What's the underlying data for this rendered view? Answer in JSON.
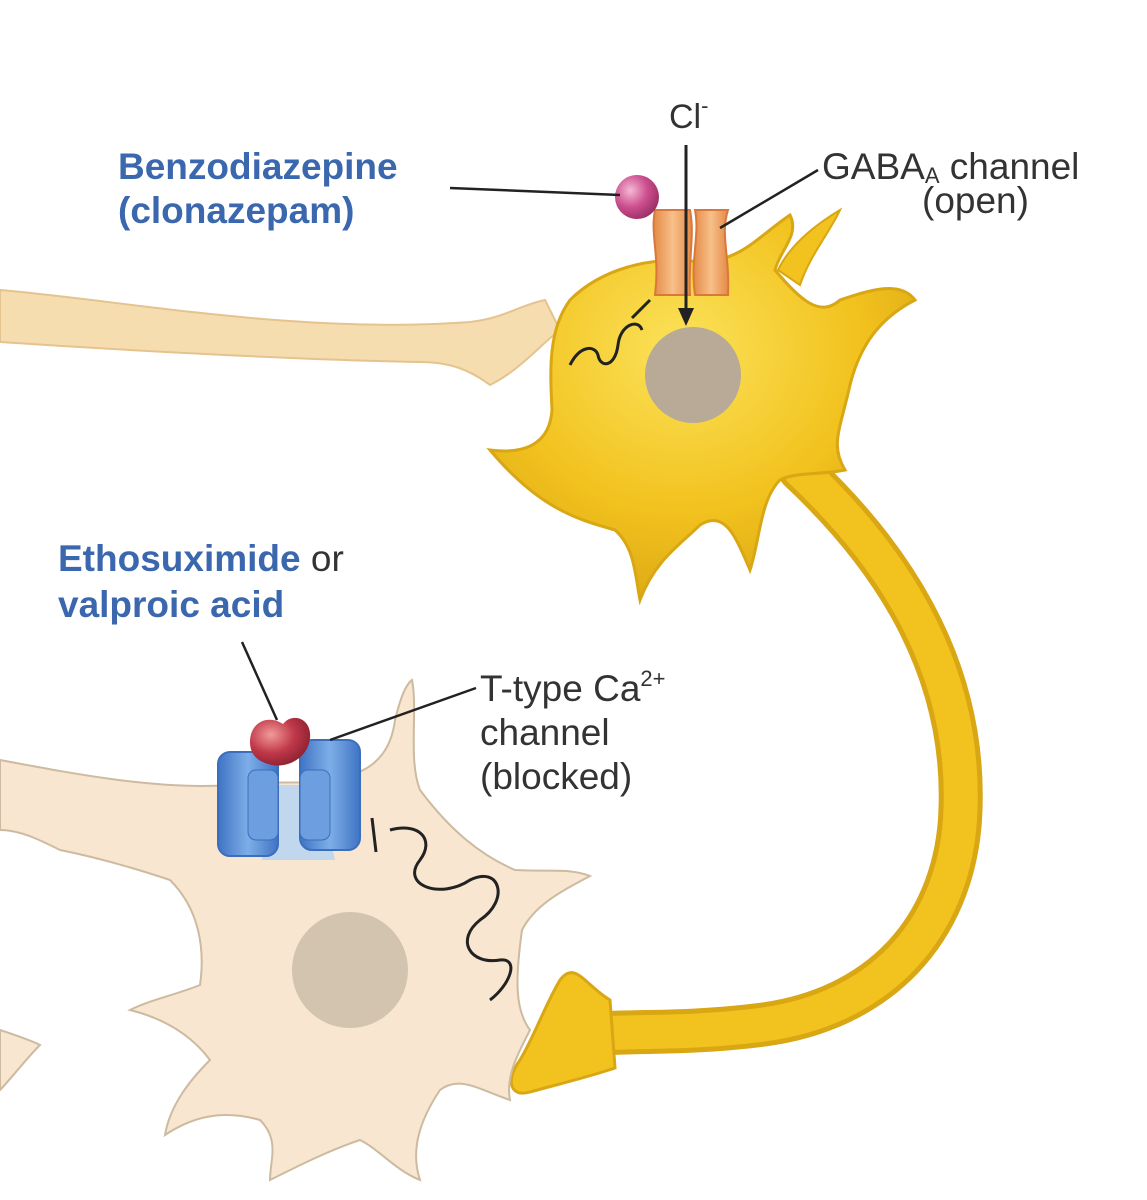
{
  "labels": {
    "benzo_name": "Benzodiazepine",
    "benzo_example": "(clonazepam)",
    "cl_symbol": "Cl",
    "cl_charge": "-",
    "gaba_prefix": "GABA",
    "gaba_subscript": "A",
    "gaba_suffix": " channel",
    "gaba_state": "(open)",
    "etho_name": "Ethosuximide",
    "etho_or": " or",
    "valproic_name": "valproic acid",
    "ttype_prefix": "T-type Ca",
    "ttype_superscript": "2+",
    "ttype_line2": "channel",
    "ttype_state": "(blocked)"
  },
  "colors": {
    "drug_label_blue": "#3a67ad",
    "label_dark": "#333333",
    "neuron_yellow": "#f2c21e",
    "neuron_yellow_dark": "#d9a614",
    "axon_pale": "#f6ddb0",
    "postsynaptic_cell": "#f8e6d0",
    "nucleus_grey": "#b8aa96",
    "gaba_channel_orange": "#f0a060",
    "drug_sphere_pink": "#cc4f8e",
    "drug_sphere_red": "#c0394a",
    "calcium_channel_blue": "#5b8fd6"
  }
}
